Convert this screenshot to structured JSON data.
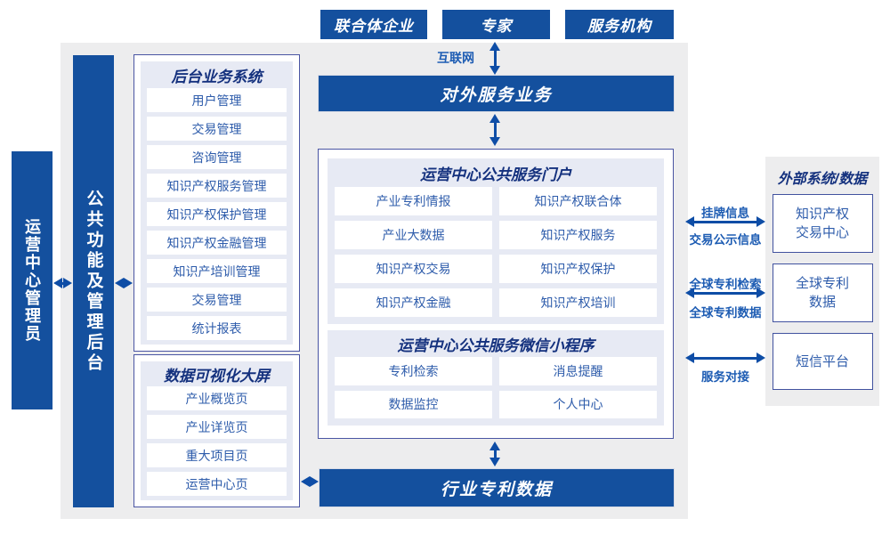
{
  "colors": {
    "primary_blue": "#14509e",
    "arrow_blue": "#0e4da6",
    "label_blue": "#1d5cb3",
    "item_text_blue": "#2e5cab",
    "title_navy": "#14317e",
    "panel_lavender": "#e7eaf4",
    "background_gray": "#ededee",
    "border_indigo": "#4a55a3"
  },
  "top": {
    "boxes": [
      "联合体企业",
      "专家",
      "服务机构"
    ],
    "internet_label": "互联网"
  },
  "bars": {
    "external_service": "对外服务业务",
    "industry_patent_data": "行业专利数据",
    "operator": "运营中心管理员",
    "admin_backend": "公共功能及管理后台"
  },
  "backend": {
    "title": "后台业务系统",
    "items": [
      "用户管理",
      "交易管理",
      "咨询管理",
      "知识产权服务管理",
      "知识产权保护管理",
      "知识产权金融管理",
      "知识产培训管理",
      "交易管理",
      "统计报表"
    ]
  },
  "dashboard": {
    "title": "数据可视化大屏",
    "items": [
      "产业概览页",
      "产业详览页",
      "重大项目页",
      "运营中心页"
    ]
  },
  "portal": {
    "title": "运营中心公共服务门户",
    "items": [
      "产业专利情报",
      "知识产权联合体",
      "产业大数据",
      "知识产权服务",
      "知识产权交易",
      "知识产权保护",
      "知识产权金融",
      "知识产权培训"
    ]
  },
  "miniapp": {
    "title": "运营中心公共服务微信小程序",
    "items": [
      "专利检索",
      "消息提醒",
      "数据监控",
      "个人中心"
    ]
  },
  "external": {
    "title": "外部系统/数据",
    "items": [
      {
        "line1": "知识产权",
        "line2": "交易中心"
      },
      {
        "line1": "全球专利",
        "line2": "数据"
      },
      {
        "line1": "短信平台",
        "line2": ""
      }
    ]
  },
  "connections": [
    {
      "top": "挂牌信息",
      "bottom": "交易公示信息"
    },
    {
      "top": "全球专利检索",
      "bottom": "全球专利数据"
    },
    {
      "top": "",
      "bottom": "服务对接"
    }
  ]
}
